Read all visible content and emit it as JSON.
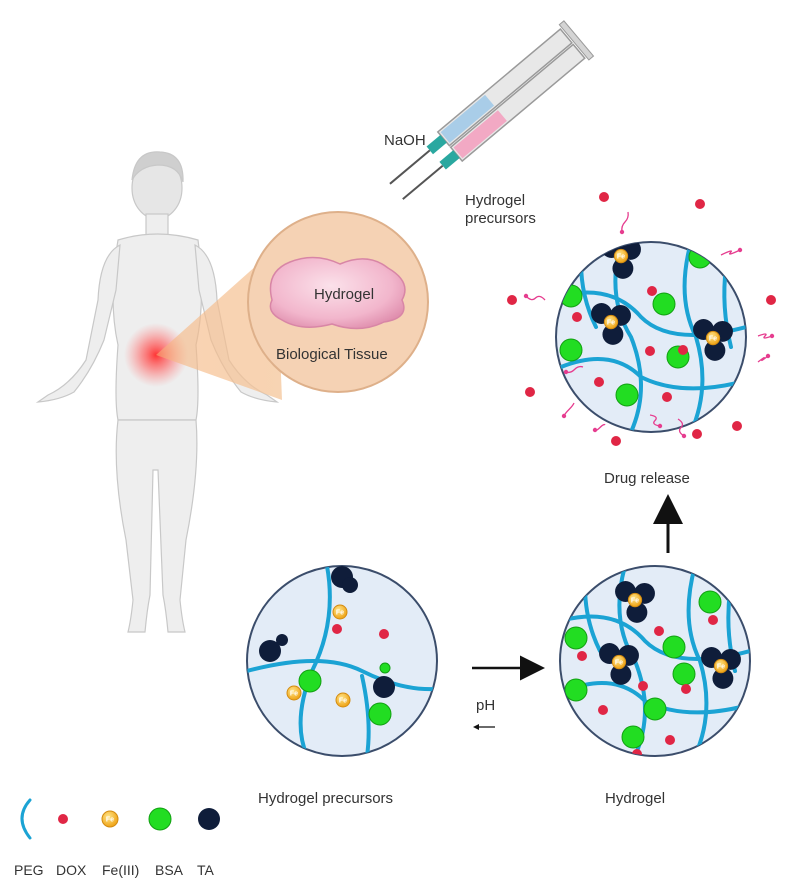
{
  "labels": {
    "naoh": "NaOH",
    "syringe_precursors_line1": "Hydrogel",
    "syringe_precursors_line2": "precursors",
    "hydrogel_in_tissue": "Hydrogel",
    "biological_tissue": "Biological Tissue",
    "drug_release": "Drug release",
    "ph": "pH",
    "precursors_caption": "Hydrogel precursors",
    "hydrogel_caption": "Hydrogel",
    "fe_symbol": "Fe"
  },
  "legend": [
    {
      "label": "PEG",
      "shape": "arc",
      "color": "#1ba3d4"
    },
    {
      "label": "DOX",
      "shape": "dot",
      "color": "#e02645"
    },
    {
      "label": "Fe(III)",
      "shape": "fe-bead",
      "color": "#f5b731"
    },
    {
      "label": "BSA",
      "shape": "circle",
      "color": "#22dd22"
    },
    {
      "label": "TA",
      "shape": "circle",
      "color": "#0f1d3a"
    }
  ],
  "colors": {
    "peg": "#1ba3d4",
    "dox": "#e02645",
    "fe": "#f5b731",
    "bsa": "#22dd22",
    "ta": "#0f1d3a",
    "sphere_fill": "#e3ecf7",
    "tissue_fill": "#f5d2b4",
    "hydrogel_blob": "#f2b6cc",
    "body": "#eeeeee",
    "release_wave": "#e63d8f",
    "text": "#333333"
  }
}
